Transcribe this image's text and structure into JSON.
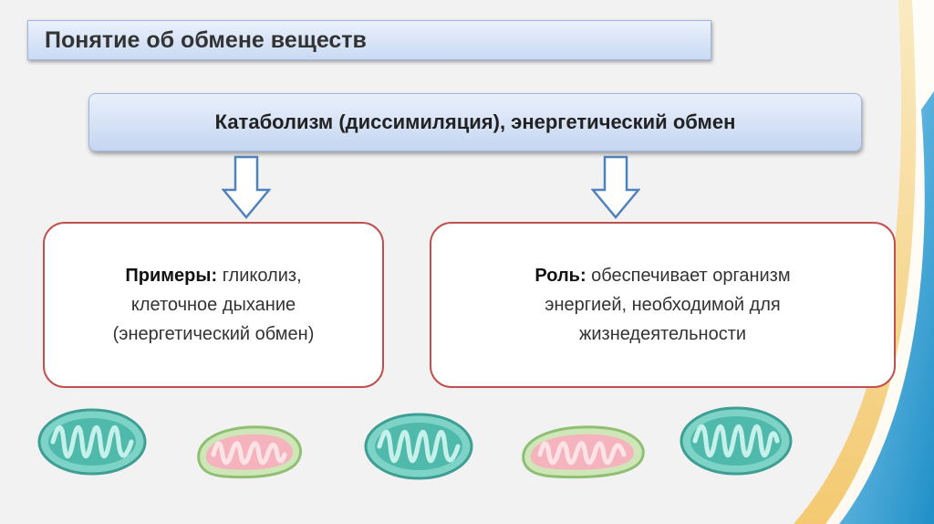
{
  "slide": {
    "title": "Понятие об обмене веществ",
    "header": "Катаболизм (диссимиляция), энергетический обмен",
    "left_card": {
      "label": "Примеры:",
      "line1": " гликолиз,",
      "line2": "клеточное дыхание",
      "line3": "(энергетический обмен)"
    },
    "right_card": {
      "label": "Роль:",
      "line1": " обеспечивает организм",
      "line2": "энергией, необходимой для",
      "line3": "жизнедеятельности"
    }
  },
  "colors": {
    "card_border": "#c0504d",
    "header_fill": "#c5d6f1",
    "mito_teal": "#5fc4b8",
    "mito_pink": "#f2a6b0"
  },
  "icons": [
    "down-arrow-icon",
    "mitochondrion-teal-icon",
    "mitochondrion-pink-icon"
  ]
}
